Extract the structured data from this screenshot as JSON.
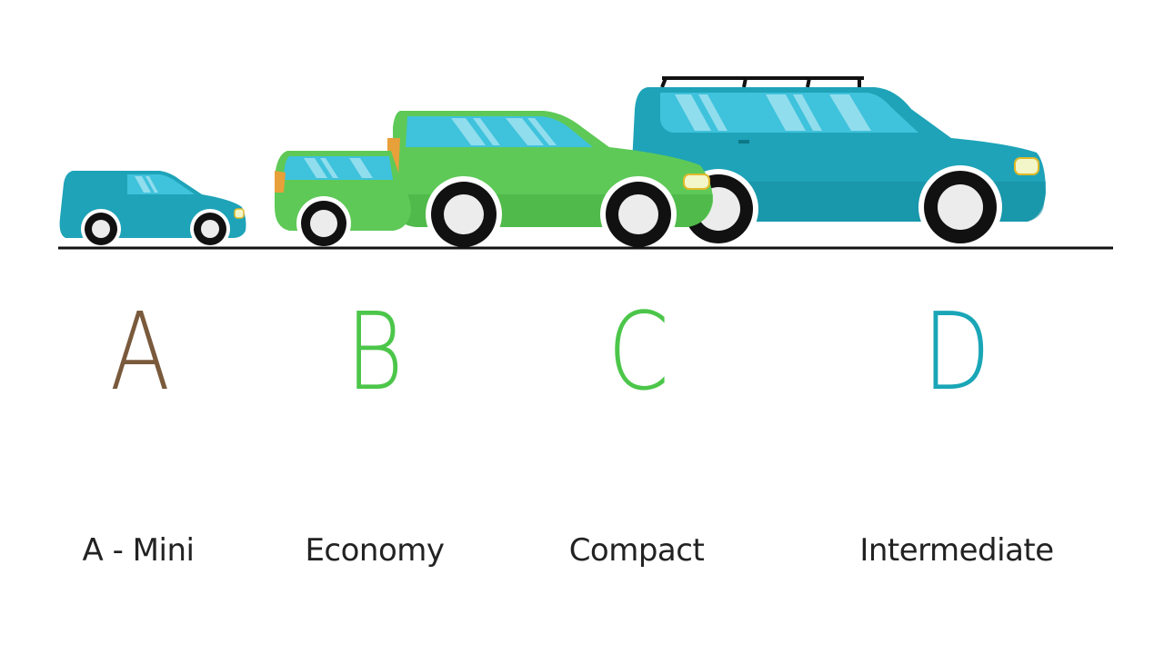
{
  "categories": [
    {
      "letter": "A",
      "label": "A - Mini",
      "letter_color": "#7a5a3c",
      "car_color": "#1ea3b8",
      "icon": "mini-hatchback-icon"
    },
    {
      "letter": "B",
      "label": "Economy",
      "letter_color": "#4cc64a",
      "car_color": "#5ec957",
      "icon": "economy-car-icon"
    },
    {
      "letter": "C",
      "label": "Compact",
      "letter_color": "#4cc64a",
      "car_color": "#5ec957",
      "icon": "compact-car-icon"
    },
    {
      "letter": "D",
      "label": "Intermediate",
      "letter_color": "#1aa6b7",
      "car_color": "#1ea3b8",
      "icon": "intermediate-suv-icon"
    }
  ],
  "colors": {
    "teal": "#1ea3b8",
    "teal_dark": "#158ea1",
    "green": "#5ec957",
    "green_dark": "#47b141",
    "window": "#3fc2dc",
    "tire": "#111111",
    "hub": "#ececec",
    "ground": "#111111"
  }
}
